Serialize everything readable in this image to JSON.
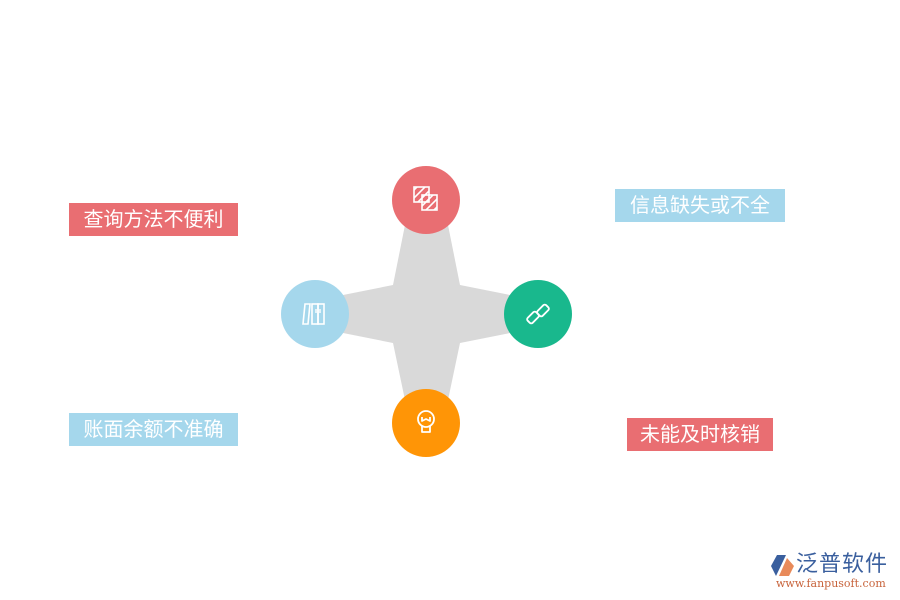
{
  "colors": {
    "red": "#e96e72",
    "blue": "#a5d7ec",
    "green": "#19b88d",
    "orange": "#ff9506",
    "star": "#d9d9d9",
    "label_text": "#ffffff"
  },
  "nodes": {
    "top": {
      "icon": "striped-squares-icon",
      "color": "#e96e72"
    },
    "left": {
      "icon": "books-icon",
      "color": "#a5d7ec"
    },
    "right": {
      "icon": "link-icon",
      "color": "#19b88d"
    },
    "bottom": {
      "icon": "lightbulb-icon",
      "color": "#ff9506"
    }
  },
  "labels": {
    "top_left": {
      "text": "查询方法不便利",
      "color": "#e96e72"
    },
    "top_right": {
      "text": "信息缺失或不全",
      "color": "#a5d7ec"
    },
    "bottom_left": {
      "text": "账面余额不准确",
      "color": "#a5d7ec"
    },
    "bottom_right": {
      "text": "未能及时核销",
      "color": "#e96e72"
    }
  },
  "logo": {
    "title": "泛普软件",
    "url": "www.fanpusoft.com"
  }
}
